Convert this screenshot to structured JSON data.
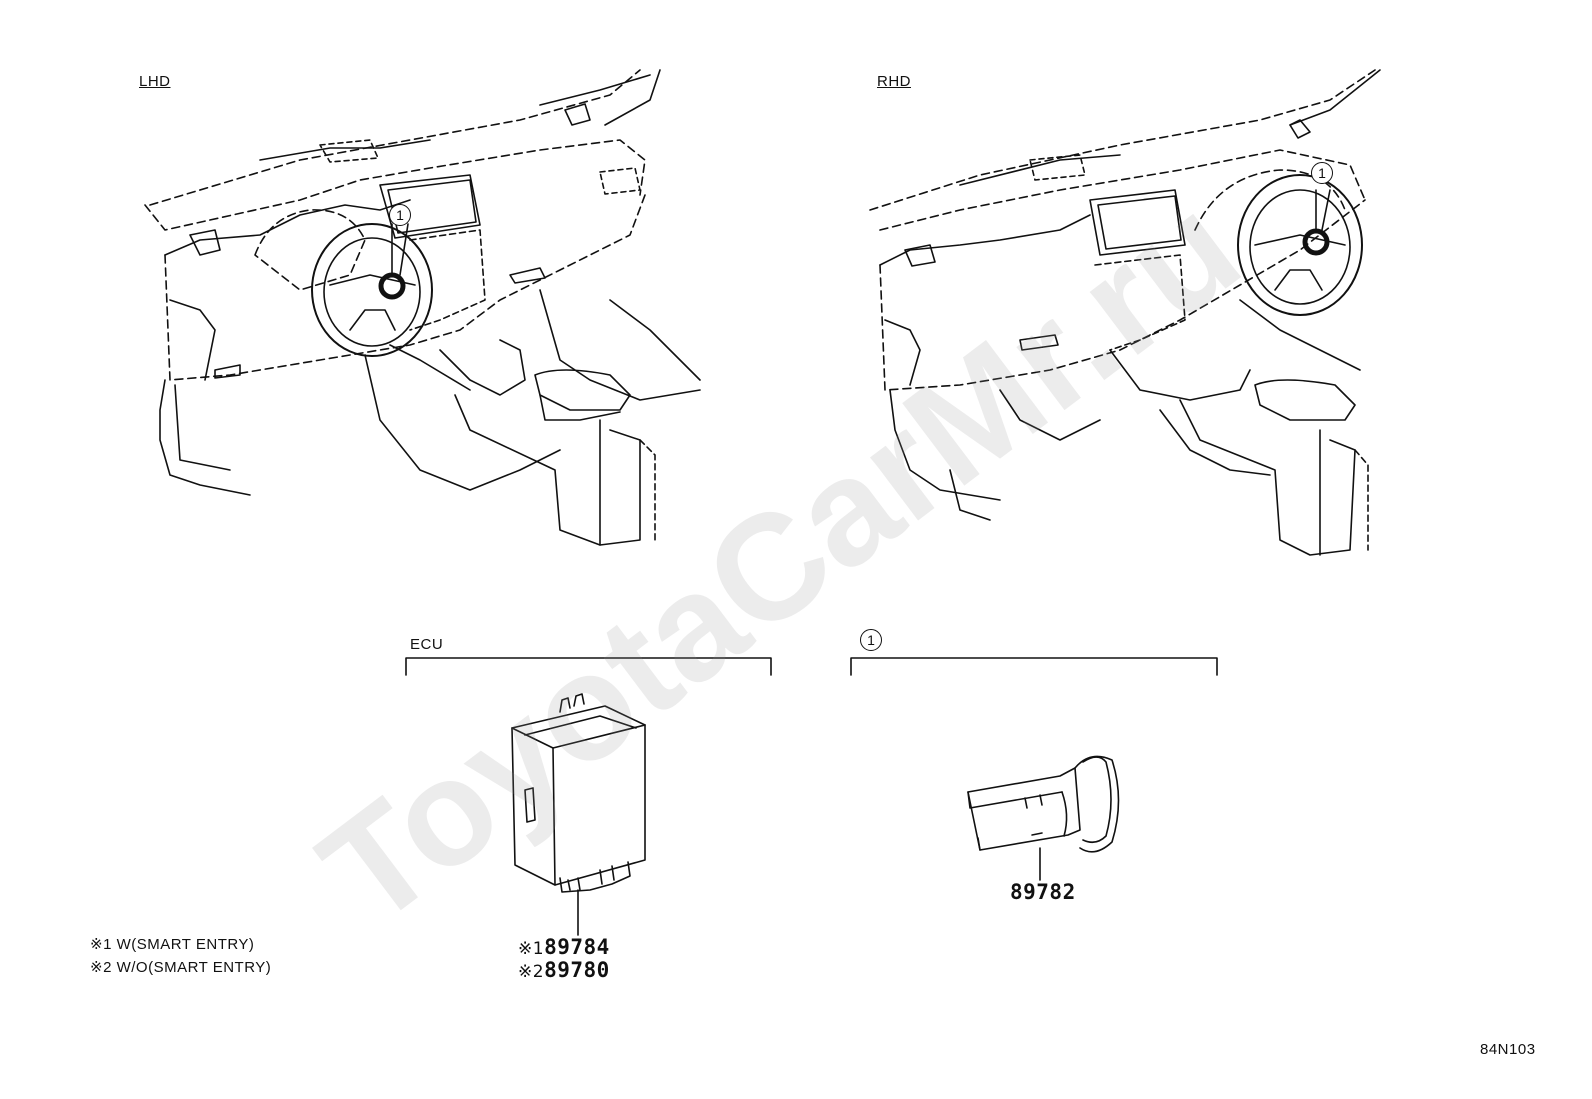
{
  "views": {
    "lhd_label": "LHD",
    "rhd_label": "RHD"
  },
  "callouts": {
    "lhd_callout": "1",
    "rhd_callout": "1",
    "section_callout": "1"
  },
  "sections": {
    "ecu_label": "ECU"
  },
  "parts": {
    "ecu_option1_mark": "※1",
    "ecu_option1_number": "89784",
    "ecu_option2_mark": "※2",
    "ecu_option2_number": "89780",
    "switch_number": "89782"
  },
  "legend": {
    "line1": "※1 W(SMART ENTRY)",
    "line2": "※2 W/O(SMART ENTRY)"
  },
  "figure_code": "84N103",
  "watermark": "ToyotaCarMr.ru"
}
